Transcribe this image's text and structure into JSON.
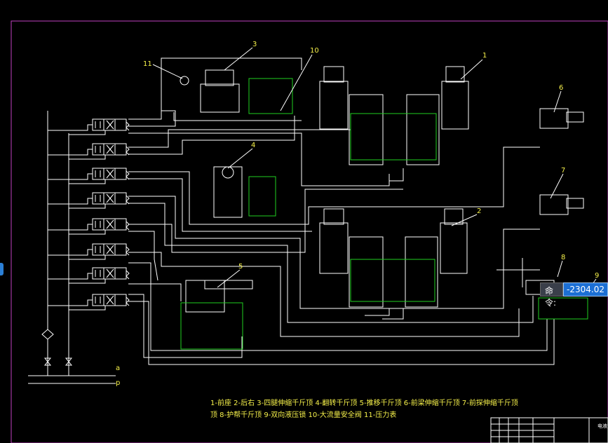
{
  "callouts": [
    {
      "label": "1"
    },
    {
      "label": "2"
    },
    {
      "label": "3"
    },
    {
      "label": "4"
    },
    {
      "label": "5"
    },
    {
      "label": "6"
    },
    {
      "label": "7"
    },
    {
      "label": "8"
    },
    {
      "label": "9"
    },
    {
      "label": "10"
    },
    {
      "label": "11"
    }
  ],
  "ports": {
    "a": "a",
    "p": "p"
  },
  "legend": {
    "line1": "1-前座 2-后右 3-四腿伸缩千斤顶 4-翻转千斤顶 5-推移千斤顶 6-前梁伸缩千斤顶 7-前探伸缩千斤顶",
    "line2": "顶 8-护帮千斤顶 9-双向液压锁 10-大流量安全阀 11-压力表"
  },
  "command": {
    "label": "命令:",
    "value": "-2304.02"
  },
  "title_block": {
    "label": "电液"
  },
  "colors": {
    "line": "#ffffff",
    "green": "#1fd01f",
    "yellow": "#f5f04a",
    "border": "#c040c0"
  }
}
